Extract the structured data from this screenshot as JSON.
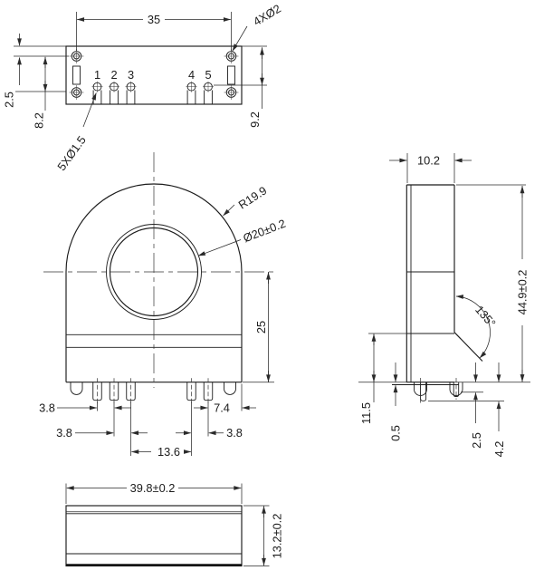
{
  "drawing": {
    "top_view": {
      "dim_width": "35",
      "dim_mount_holes": "4XØ2",
      "dim_edge_to_hole_row": "2.5",
      "dim_hole_row_spacing": "8.2",
      "dim_edge_to_pin_row": "9.2",
      "dim_pin_diameter": "5XØ1.5",
      "pin_labels": [
        "1",
        "2",
        "3",
        "4",
        "5"
      ]
    },
    "front_view": {
      "dim_outer_radius": "R19.9",
      "dim_aperture": "Ø20±0.2",
      "dim_center_to_base": "25",
      "dim_pin_pitch_a": "3.8",
      "dim_pin_pitch_b": "3.8",
      "dim_pin_group_span": "13.6",
      "dim_pin_pitch_c": "3.8",
      "dim_pin_to_edge": "7.4"
    },
    "side_view": {
      "dim_top_thickness": "10.2",
      "dim_total_height": "44.9±0.2",
      "dim_chamfer_angle": "135°",
      "dim_base_height": "11.5",
      "dim_standoff_gap": "0.5",
      "dim_boss_protrusion": "2.5",
      "dim_pin_protrusion": "4.2"
    },
    "bottom_view": {
      "dim_length": "39.8±0.2",
      "dim_depth": "13.2±0.2"
    }
  }
}
